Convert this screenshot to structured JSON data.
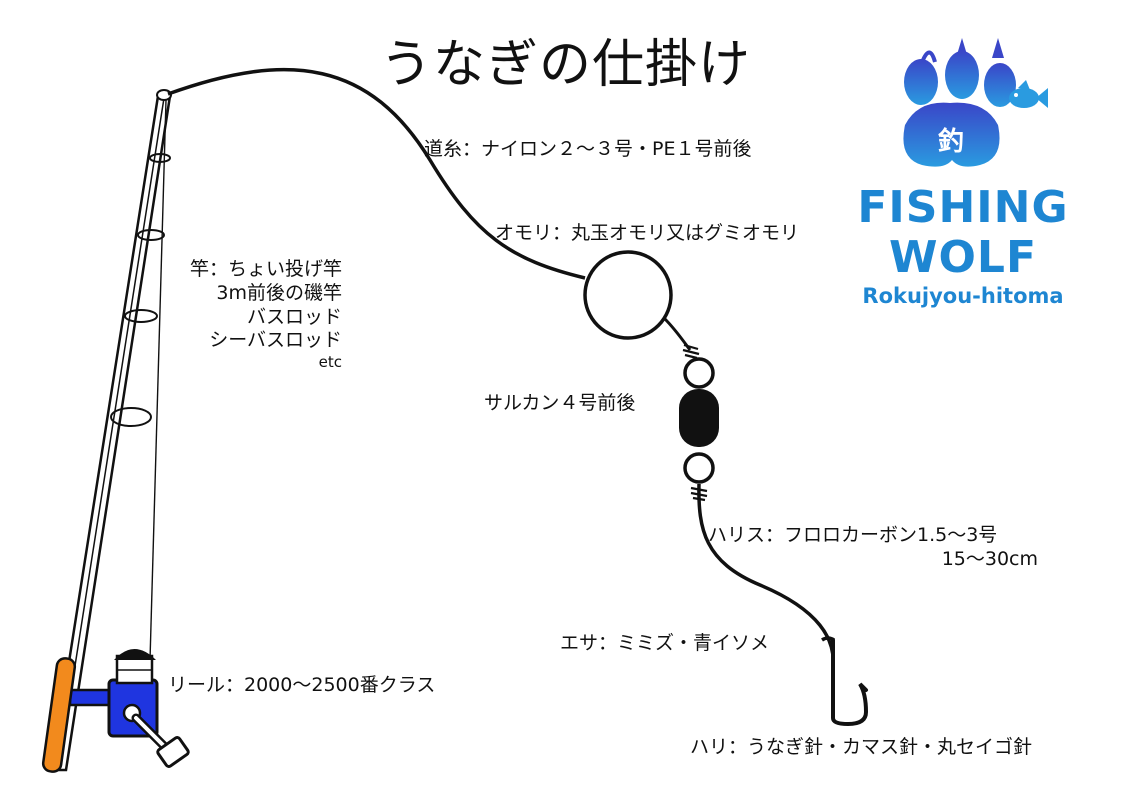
{
  "title": "うなぎの仕掛け",
  "labels": {
    "line": "道糸：ナイロン２～３号・PE１号前後",
    "sinker": "オモリ：丸玉オモリ又はグミオモリ",
    "rod": [
      "竿：ちょい投げ竿",
      "3m前後の磯竿",
      "バスロッド",
      "シーバスロッド",
      "etc"
    ],
    "swivel": "サルカン４号前後",
    "leader": [
      "ハリス：フロロカーボン1.5～3号",
      "15～30cm"
    ],
    "bait": "エサ：ミミズ・青イソメ",
    "reel": "リール：2000～2500番クラス",
    "hook": "ハリ：うなぎ針・カマス針・丸セイゴ針"
  },
  "logo": {
    "mark": "釣",
    "line1": "FISHING",
    "line2": "WOLF",
    "line3": "Rokujyou-hitoma"
  },
  "colors": {
    "ink": "#111111",
    "logo_blue": "#1e86d2",
    "reel_blue": "#1f35e0",
    "rod_orange": "#f28a1d"
  }
}
